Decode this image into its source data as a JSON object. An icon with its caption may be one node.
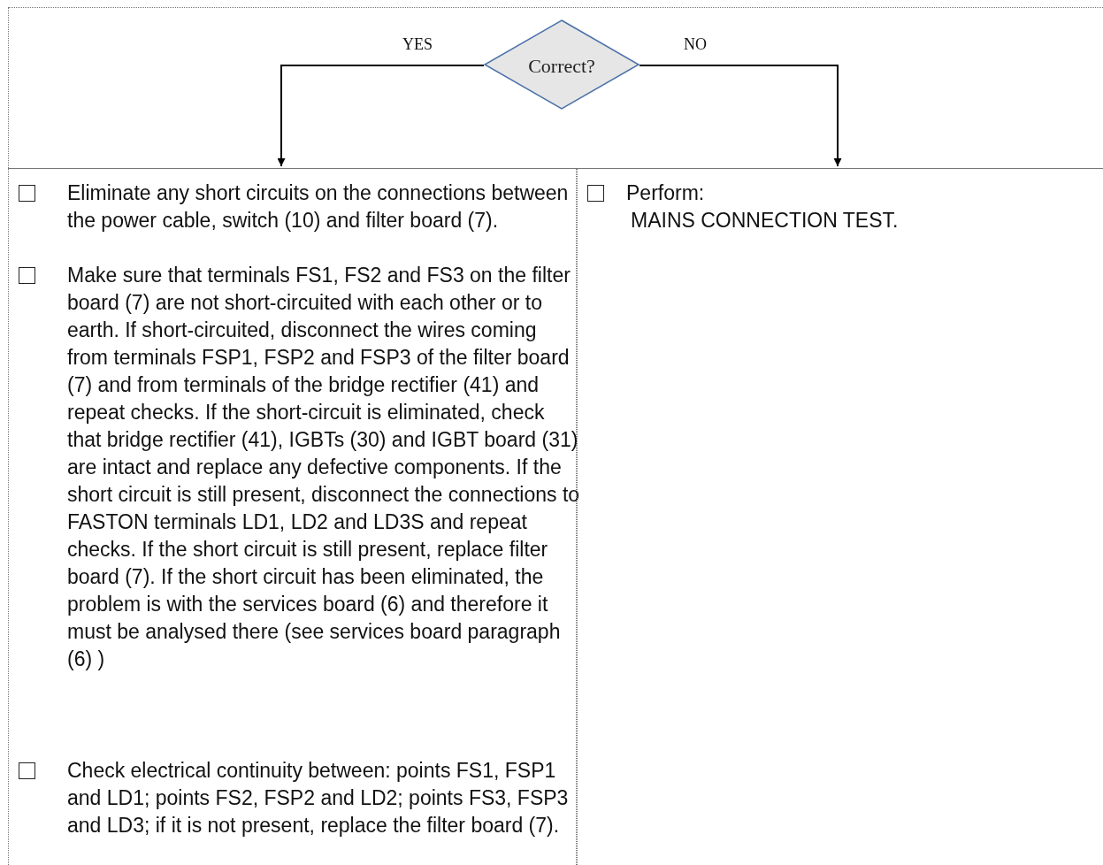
{
  "diagram": {
    "nodes": [
      {
        "text": [
          "Correct?"
        ]
      },
      {
        "text": [
          "Eliminate any short circuits on the connections between the power cable, switch (10) and filter board (7).",
          "Make sure that terminals FS1, FS2 and FS3 on the filter board (7) are not short-circuited with each other or to earth. If short-circuited, disconnect the wires coming from terminals FSP1, FSP2 and FSP3 of the filter board (7) and from terminals of the bridge rectifier (41) and repeat checks. If the short-circuit is eliminated, check that bridge rectifier (41), IGBTs (30) and IGBT board (31) are intact and replace any defective components. If the short circuit is still present, disconnect the connections to FASTON terminals LD1, LD2 and LD3S and repeat checks. If the short circuit is still present, replace filter board (7). If the short circuit has been eliminated, the problem is with the services board (6) and therefore it must be analysed there (see services board paragraph (6) )",
          "Check electrical continuity between: points FS1, FSP1 and LD1; points FS2, FSP2 and LD2; points FS3, FSP3 and LD3; if it is not present, replace the filter board (7)."
        ]
      },
      {
        "text": [
          "Perform:",
          "MAINS CONNECTION TEST."
        ]
      }
    ],
    "edges": [
      {
        "from": 0,
        "to": 1,
        "arrow": "to",
        "label": "YES"
      },
      {
        "from": 0,
        "to": 2,
        "arrow": "to",
        "label": "NO"
      }
    ]
  }
}
